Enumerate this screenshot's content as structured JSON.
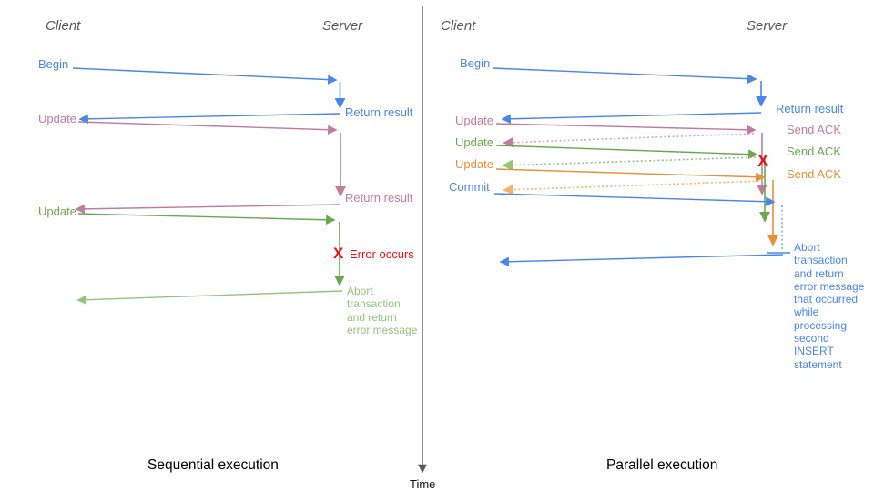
{
  "colors": {
    "blue": "#4a86e8",
    "pink": "#c27ba0",
    "pink_light": "#d5a6bd",
    "green": "#6aa84f",
    "green_light": "#93c47d",
    "orange": "#e69138",
    "orange_light": "#f6b26b",
    "red": "#ee1111",
    "header_gray": "#595959"
  },
  "time_axis": {
    "label": "Time"
  },
  "left_panel": {
    "caption": "Sequential execution",
    "client_header": "Client",
    "server_header": "Server",
    "begin": "Begin",
    "return_result_1": "Return result",
    "update_1": "Update",
    "return_result_2": "Return result",
    "update_2": "Update",
    "error_mark": "X",
    "error_label": "Error occurs",
    "abort_note": "Abort\ntransaction\nand return\nerror message"
  },
  "right_panel": {
    "caption": "Parallel execution",
    "client_header": "Client",
    "server_header": "Server",
    "begin": "Begin",
    "return_result": "Return result",
    "update_1": "Update",
    "send_ack_1": "Send ACK",
    "update_2": "Update",
    "send_ack_2": "Send ACK",
    "update_3": "Update",
    "send_ack_3": "Send ACK",
    "commit": "Commit",
    "error_mark": "X",
    "abort_note": "Abort\ntransaction\nand return\nerror message\nthat occurred\nwhile\nprocessing\nsecond\nINSERT\nstatement"
  }
}
